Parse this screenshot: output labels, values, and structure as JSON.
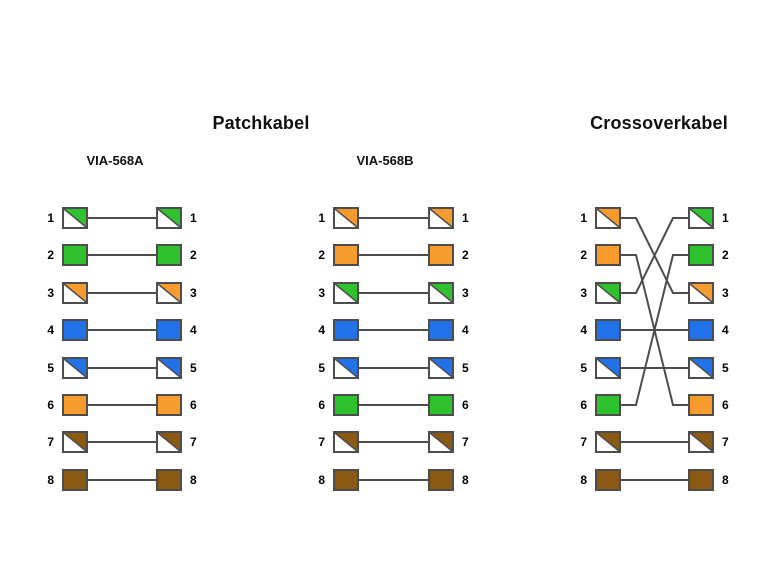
{
  "titles": {
    "patch": "Patchkabel",
    "crossover": "Crossoverkabel"
  },
  "colors": {
    "green": "#2ec22e",
    "orange": "#f79b2f",
    "blue": "#2171e8",
    "brown": "#8a5a15",
    "line": "#4d4d4d",
    "text": "#000000",
    "background": "#ffffff"
  },
  "diagrams": [
    {
      "id": "via-568a",
      "label": "VIA-568A",
      "left_pins": [
        {
          "n": "1",
          "color": "green",
          "striped": true
        },
        {
          "n": "2",
          "color": "green",
          "striped": false
        },
        {
          "n": "3",
          "color": "orange",
          "striped": true
        },
        {
          "n": "4",
          "color": "blue",
          "striped": false
        },
        {
          "n": "5",
          "color": "blue",
          "striped": true
        },
        {
          "n": "6",
          "color": "orange",
          "striped": false
        },
        {
          "n": "7",
          "color": "brown",
          "striped": true
        },
        {
          "n": "8",
          "color": "brown",
          "striped": false
        }
      ],
      "right_pins": [
        {
          "n": "1",
          "color": "green",
          "striped": true
        },
        {
          "n": "2",
          "color": "green",
          "striped": false
        },
        {
          "n": "3",
          "color": "orange",
          "striped": true
        },
        {
          "n": "4",
          "color": "blue",
          "striped": false
        },
        {
          "n": "5",
          "color": "blue",
          "striped": true
        },
        {
          "n": "6",
          "color": "orange",
          "striped": false
        },
        {
          "n": "7",
          "color": "brown",
          "striped": true
        },
        {
          "n": "8",
          "color": "brown",
          "striped": false
        }
      ],
      "connections": [
        [
          1,
          1
        ],
        [
          2,
          2
        ],
        [
          3,
          3
        ],
        [
          4,
          4
        ],
        [
          5,
          5
        ],
        [
          6,
          6
        ],
        [
          7,
          7
        ],
        [
          8,
          8
        ]
      ]
    },
    {
      "id": "via-568b",
      "label": "VIA-568B",
      "left_pins": [
        {
          "n": "1",
          "color": "orange",
          "striped": true
        },
        {
          "n": "2",
          "color": "orange",
          "striped": false
        },
        {
          "n": "3",
          "color": "green",
          "striped": true
        },
        {
          "n": "4",
          "color": "blue",
          "striped": false
        },
        {
          "n": "5",
          "color": "blue",
          "striped": true
        },
        {
          "n": "6",
          "color": "green",
          "striped": false
        },
        {
          "n": "7",
          "color": "brown",
          "striped": true
        },
        {
          "n": "8",
          "color": "brown",
          "striped": false
        }
      ],
      "right_pins": [
        {
          "n": "1",
          "color": "orange",
          "striped": true
        },
        {
          "n": "2",
          "color": "orange",
          "striped": false
        },
        {
          "n": "3",
          "color": "green",
          "striped": true
        },
        {
          "n": "4",
          "color": "blue",
          "striped": false
        },
        {
          "n": "5",
          "color": "blue",
          "striped": true
        },
        {
          "n": "6",
          "color": "green",
          "striped": false
        },
        {
          "n": "7",
          "color": "brown",
          "striped": true
        },
        {
          "n": "8",
          "color": "brown",
          "striped": false
        }
      ],
      "connections": [
        [
          1,
          1
        ],
        [
          2,
          2
        ],
        [
          3,
          3
        ],
        [
          4,
          4
        ],
        [
          5,
          5
        ],
        [
          6,
          6
        ],
        [
          7,
          7
        ],
        [
          8,
          8
        ]
      ]
    },
    {
      "id": "crossover",
      "left_pins": [
        {
          "n": "1",
          "color": "orange",
          "striped": true
        },
        {
          "n": "2",
          "color": "orange",
          "striped": false
        },
        {
          "n": "3",
          "color": "green",
          "striped": true
        },
        {
          "n": "4",
          "color": "blue",
          "striped": false
        },
        {
          "n": "5",
          "color": "blue",
          "striped": true
        },
        {
          "n": "6",
          "color": "green",
          "striped": false
        },
        {
          "n": "7",
          "color": "brown",
          "striped": true
        },
        {
          "n": "8",
          "color": "brown",
          "striped": false
        }
      ],
      "right_pins": [
        {
          "n": "1",
          "color": "green",
          "striped": true
        },
        {
          "n": "2",
          "color": "green",
          "striped": false
        },
        {
          "n": "3",
          "color": "orange",
          "striped": true
        },
        {
          "n": "4",
          "color": "blue",
          "striped": false
        },
        {
          "n": "5",
          "color": "blue",
          "striped": true
        },
        {
          "n": "6",
          "color": "orange",
          "striped": false
        },
        {
          "n": "7",
          "color": "brown",
          "striped": true
        },
        {
          "n": "8",
          "color": "brown",
          "striped": false
        }
      ],
      "connections": [
        [
          1,
          3
        ],
        [
          2,
          6
        ],
        [
          3,
          1
        ],
        [
          4,
          4
        ],
        [
          5,
          5
        ],
        [
          6,
          2
        ],
        [
          7,
          7
        ],
        [
          8,
          8
        ]
      ]
    }
  ]
}
